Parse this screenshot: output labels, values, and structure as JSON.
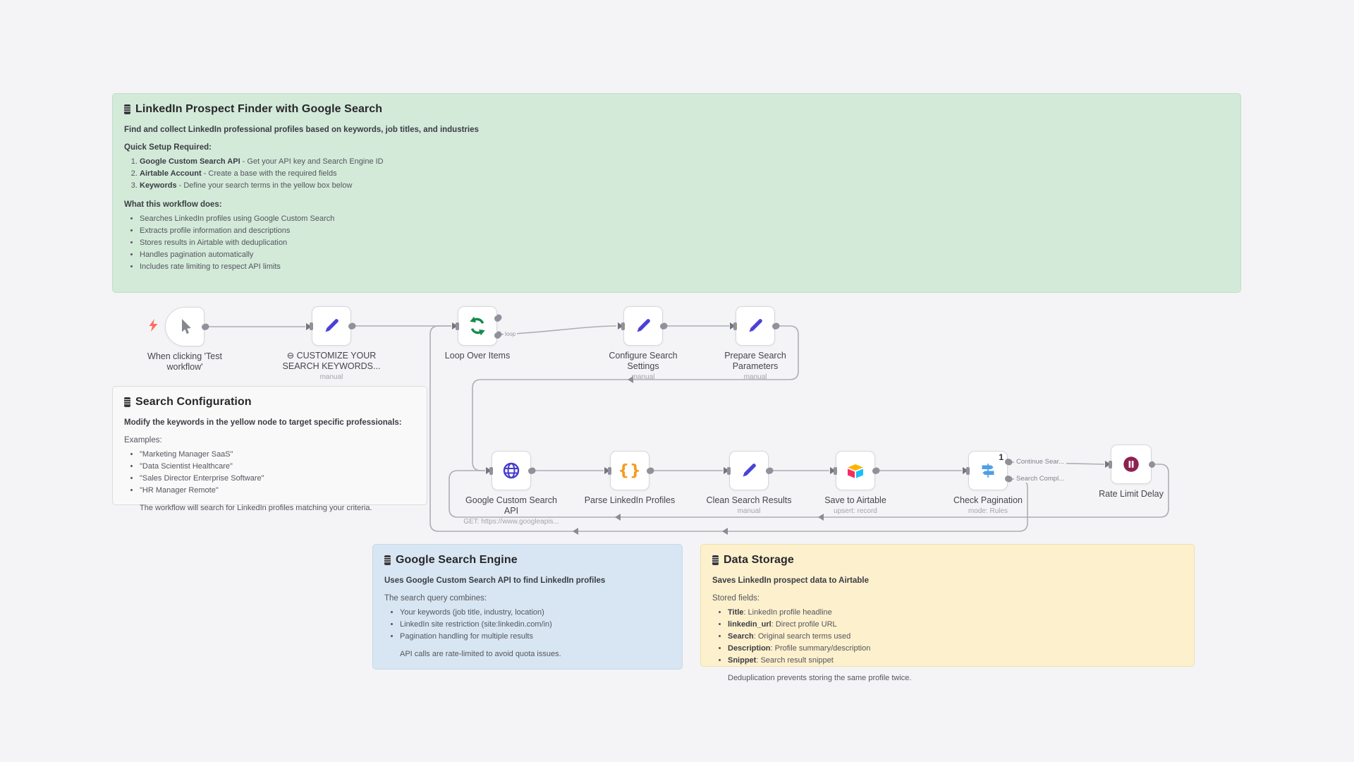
{
  "app": "n8n workflow canvas",
  "colors": {
    "canvas_bg": "#f4f4f6",
    "note_green": "#d3ead9",
    "note_gray": "#f9f9fa",
    "note_blue": "#d7e6f2",
    "note_yellow": "#fcf0cd",
    "wire_gray": "#adaeb5",
    "pencil_blue": "#4a42d6",
    "loop_green": "#178a4c",
    "globe_indigo": "#443cc9",
    "braces_orange": "#f59b1e",
    "signpost_blue": "#4d9fe4",
    "pause_maroon": "#8d2150",
    "trigger_bolt": "#ff6b5b",
    "airtable_yellow": "#fcb400",
    "airtable_red": "#f82b60",
    "airtable_blue": "#18bfff"
  },
  "notes": {
    "overview": {
      "title": "LinkedIn Prospect Finder with Google Search",
      "intro": "Find and collect LinkedIn professional profiles based on keywords, job titles, and industries",
      "setup_heading": "Quick Setup Required:",
      "setup_steps": [
        {
          "name": "Google Custom Search API",
          "desc": " - Get your API key and Search Engine ID"
        },
        {
          "name": "Airtable Account",
          "desc": " - Create a base with the required fields"
        },
        {
          "name": "Keywords",
          "desc": " - Define your search terms in the yellow box below"
        }
      ],
      "does_heading": "What this workflow does:",
      "does_items": [
        "Searches LinkedIn profiles using Google Custom Search",
        "Extracts profile information and descriptions",
        "Stores results in Airtable with deduplication",
        "Handles pagination automatically",
        "Includes rate limiting to respect API limits"
      ]
    },
    "search_config": {
      "title": "Search Configuration",
      "intro": "Modify the keywords in the yellow node to target specific professionals:",
      "examples_heading": "Examples:",
      "examples": [
        "\"Marketing Manager SaaS\"",
        "\"Data Scientist Healthcare\"",
        "\"Sales Director Enterprise Software\"",
        "\"HR Manager Remote\""
      ],
      "footer": "The workflow will search for LinkedIn profiles matching your criteria."
    },
    "google_search": {
      "title": "Google Search Engine",
      "intro": "Uses Google Custom Search API to find LinkedIn profiles",
      "combines_heading": "The search query combines:",
      "combines": [
        "Your keywords (job title, industry, location)",
        "LinkedIn site restriction (site:linkedin.com/in)",
        "Pagination handling for multiple results"
      ],
      "footer": "API calls are rate-limited to avoid quota issues."
    },
    "data_storage": {
      "title": "Data Storage",
      "intro": "Saves LinkedIn prospect data to Airtable",
      "fields_heading": "Stored fields:",
      "fields": [
        {
          "name": "Title",
          "desc": ": LinkedIn profile headline"
        },
        {
          "name": "linkedin_url",
          "desc": ": Direct profile URL"
        },
        {
          "name": "Search",
          "desc": ": Original search terms used"
        },
        {
          "name": "Description",
          "desc": ": Profile summary/description"
        },
        {
          "name": "Snippet",
          "desc": ": Search result snippet"
        }
      ],
      "footer": "Deduplication prevents storing the same profile twice."
    }
  },
  "nodes": [
    {
      "id": "when-clicking-test-workflow",
      "label": "When clicking 'Test workflow'",
      "sublabel": "",
      "icon": "cursor-icon"
    },
    {
      "id": "customize-your-search-keywords",
      "label": "⊖ CUSTOMIZE YOUR SEARCH KEYWORDS...",
      "sublabel": "manual",
      "icon": "pencil-icon"
    },
    {
      "id": "loop-over-items",
      "label": "Loop Over Items",
      "sublabel": "",
      "icon": "loop-icon",
      "loop_label": "loop"
    },
    {
      "id": "configure-search-settings",
      "label": "Configure Search Settings",
      "sublabel": "manual",
      "icon": "pencil-icon"
    },
    {
      "id": "prepare-search-parameters",
      "label": "Prepare Search Parameters",
      "sublabel": "manual",
      "icon": "pencil-icon"
    },
    {
      "id": "google-custom-search-api",
      "label": "Google Custom Search API",
      "sublabel": "GET: https://www.googleapis...",
      "icon": "globe-icon"
    },
    {
      "id": "parse-linkedin-profiles",
      "label": "Parse LinkedIn Profiles",
      "sublabel": "",
      "icon": "code-braces-icon"
    },
    {
      "id": "clean-search-results",
      "label": "Clean Search Results",
      "sublabel": "manual",
      "icon": "pencil-icon"
    },
    {
      "id": "save-to-airtable",
      "label": "Save to Airtable",
      "sublabel": "upsert: record",
      "icon": "airtable-icon"
    },
    {
      "id": "check-pagination",
      "label": "Check Pagination",
      "sublabel": "mode: Rules",
      "icon": "switch-signpost-icon",
      "badge": "1",
      "output_labels": [
        "Continue Sear...",
        "Search Compl..."
      ]
    },
    {
      "id": "rate-limit-delay",
      "label": "Rate Limit Delay",
      "sublabel": "",
      "icon": "pause-icon"
    }
  ]
}
